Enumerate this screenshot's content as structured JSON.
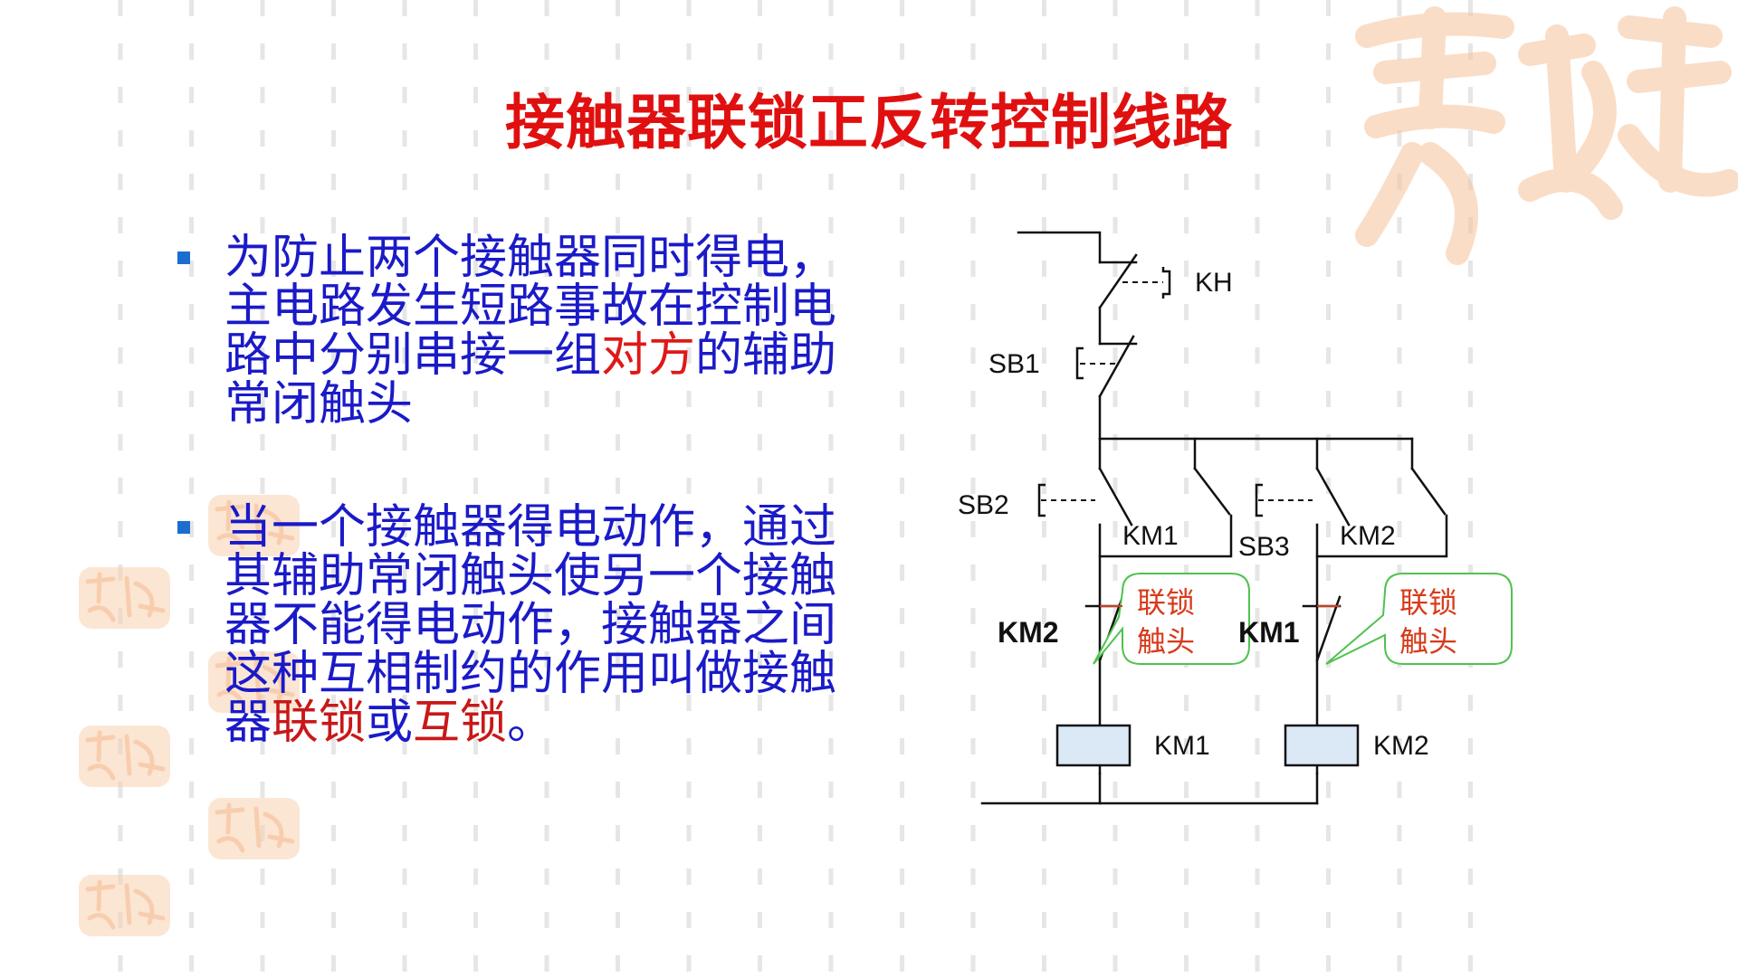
{
  "title": "接触器联锁正反转控制线路",
  "bullets": [
    {
      "seg1": "为防止两个接触器同时得电，主电路发生短路事故在控制电路中分别串接一组",
      "seg2": "对方",
      "seg3": "的辅助常闭触头"
    },
    {
      "seg1": "当一个接触器得电动作，通过其辅助常闭触头使另一个接触器不能得电动作，接触器之间这种互相制约的作用叫做接触器",
      "seg2": "联锁",
      "seg3": "或",
      "seg4": "互锁",
      "seg5": "。"
    }
  ],
  "diagram": {
    "labels": {
      "kh": "KH",
      "sb1": "SB1",
      "sb2": "SB2",
      "sb3": "SB3",
      "km1_hold": "KM1",
      "km2_hold": "KM2",
      "km2_interlock": "KM2",
      "km1_interlock": "KM1",
      "km1_coil": "KM1",
      "km2_coil": "KM2"
    },
    "callouts": [
      {
        "line1": "联锁",
        "line2": "触头"
      },
      {
        "line1": "联锁",
        "line2": "触头"
      }
    ]
  },
  "colors": {
    "title": "#e01010",
    "body_text": "#1a1ac8",
    "highlight": "#e01818",
    "callout_border": "#4fc24f",
    "callout_text": "#d83a1a",
    "coil_fill": "#dbe9f6",
    "bullet": "#1c6dd0",
    "seal": "#f4b98a"
  }
}
